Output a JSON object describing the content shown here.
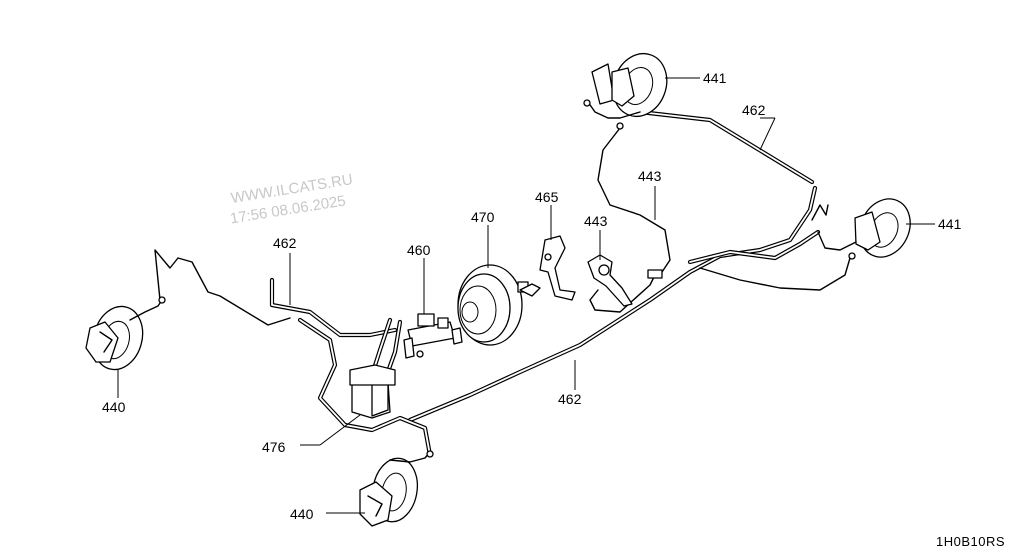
{
  "watermark": {
    "site": "WWW.ILCATS.RU",
    "datetime": "17:56 08.06.2025"
  },
  "diagram_code": "1H0B10RS",
  "callouts": [
    {
      "id": "c441-top",
      "text": "441"
    },
    {
      "id": "c462-top",
      "text": "462"
    },
    {
      "id": "c441-right",
      "text": "441"
    },
    {
      "id": "c443-upper",
      "text": "443"
    },
    {
      "id": "c443-lower",
      "text": "443"
    },
    {
      "id": "c465",
      "text": "465"
    },
    {
      "id": "c470",
      "text": "470"
    },
    {
      "id": "c460",
      "text": "460"
    },
    {
      "id": "c462-left",
      "text": "462"
    },
    {
      "id": "c440-left",
      "text": "440"
    },
    {
      "id": "c476",
      "text": "476"
    },
    {
      "id": "c462-bottom",
      "text": "462"
    },
    {
      "id": "c440-bottom",
      "text": "440"
    }
  ]
}
